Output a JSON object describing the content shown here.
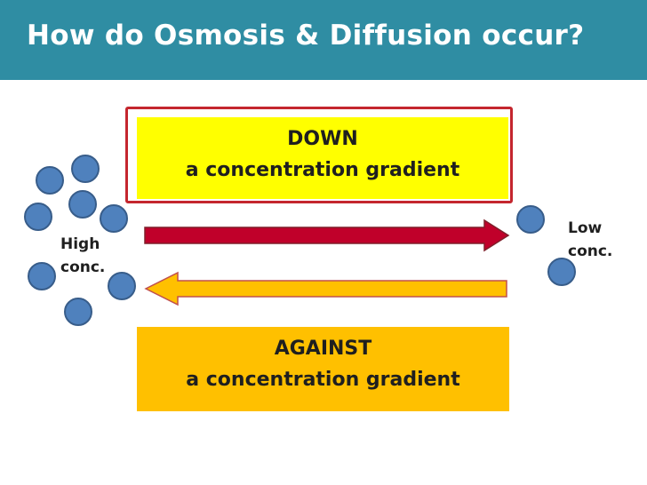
{
  "slide": {
    "title": "How do Osmosis & Diffusion occur?"
  },
  "colors": {
    "title_bar": "#2f8da3",
    "down_box": "#ffff00",
    "down_frame": "#c4262e",
    "against_box": "#ffc000",
    "particle_fill": "#4f81bd",
    "particle_stroke": "#385d8a",
    "down_arrow": "#c0002a",
    "against_arrow": "#ffc000"
  },
  "down_box": {
    "heading": "DOWN",
    "subtext": "a concentration gradient"
  },
  "against_box": {
    "heading": "AGAINST",
    "subtext": "a concentration gradient"
  },
  "labels": {
    "high_line1": "High",
    "high_line2": "conc.",
    "low_line1": "Low",
    "low_line2": "conc."
  }
}
